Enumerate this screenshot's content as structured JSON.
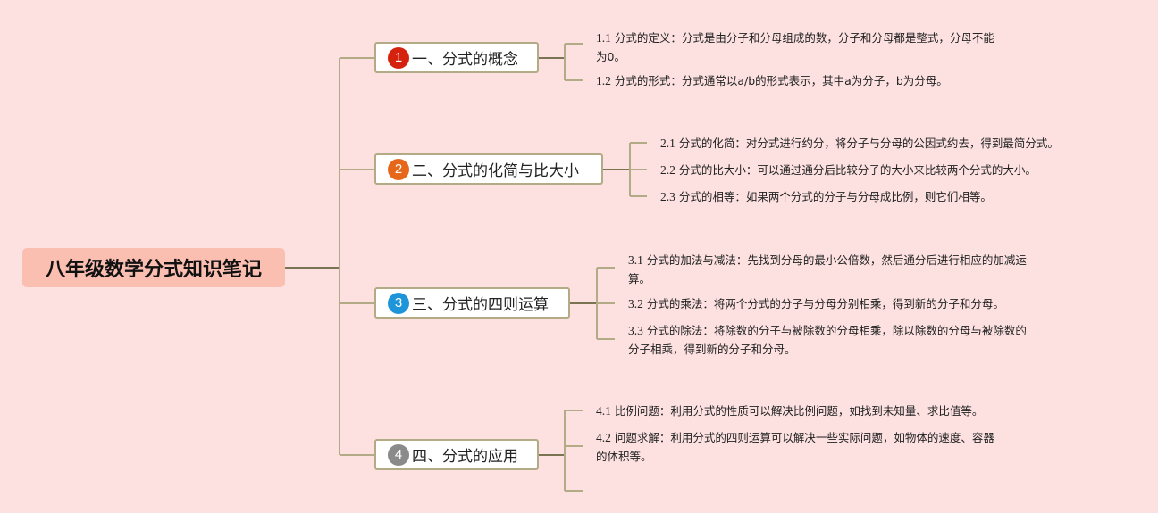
{
  "root": {
    "title": "八年级数学分式知识笔记"
  },
  "colors": {
    "background": "#fde1e1",
    "root_fill": "#fbbfb2",
    "line_main": "#7b7452",
    "line_branch": "#b3aa86"
  },
  "topics": [
    {
      "badge": "1",
      "badge_color": "#d4220f",
      "label": "一、分式的概念",
      "items": [
        {
          "num": "1.1",
          "text": "分式的定义：分式是由分子和分母组成的数，分子和分母都是整式，分母不能",
          "text2": "为0。"
        },
        {
          "num": "1.2",
          "text": "分式的形式：分式通常以a/b的形式表示，其中a为分子，b为分母。"
        }
      ]
    },
    {
      "badge": "2",
      "badge_color": "#e6661a",
      "label": "二、分式的化简与比大小",
      "items": [
        {
          "num": "2.1",
          "text": "分式的化简：对分式进行约分，将分子与分母的公因式约去，得到最简分式。"
        },
        {
          "num": "2.2",
          "text": "分式的比大小：可以通过通分后比较分子的大小来比较两个分式的大小。"
        },
        {
          "num": "2.3",
          "text": "分式的相等：如果两个分式的分子与分母成比例，则它们相等。"
        }
      ]
    },
    {
      "badge": "3",
      "badge_color": "#1d95d8",
      "label": "三、分式的四则运算",
      "items": [
        {
          "num": "3.1",
          "text": "分式的加法与减法：先找到分母的最小公倍数，然后通分后进行相应的加减运",
          "text2": "算。"
        },
        {
          "num": "3.2",
          "text": "分式的乘法：将两个分式的分子与分母分别相乘，得到新的分子和分母。"
        },
        {
          "num": "3.3",
          "text": "分式的除法：将除数的分子与被除数的分母相乘，除以除数的分母与被除数的",
          "text2": "分子相乘，得到新的分子和分母。"
        }
      ]
    },
    {
      "badge": "4",
      "badge_color": "#8a8a8a",
      "label": "四、分式的应用",
      "items": [
        {
          "num": "4.1",
          "text": "比例问题：利用分式的性质可以解决比例问题，如找到未知量、求比值等。"
        },
        {
          "num": "4.2",
          "text": "问题求解：利用分式的四则运算可以解决一些实际问题，如物体的速度、容器",
          "text2": "的体积等。"
        },
        {
          "num": "",
          "text": ""
        }
      ]
    }
  ]
}
